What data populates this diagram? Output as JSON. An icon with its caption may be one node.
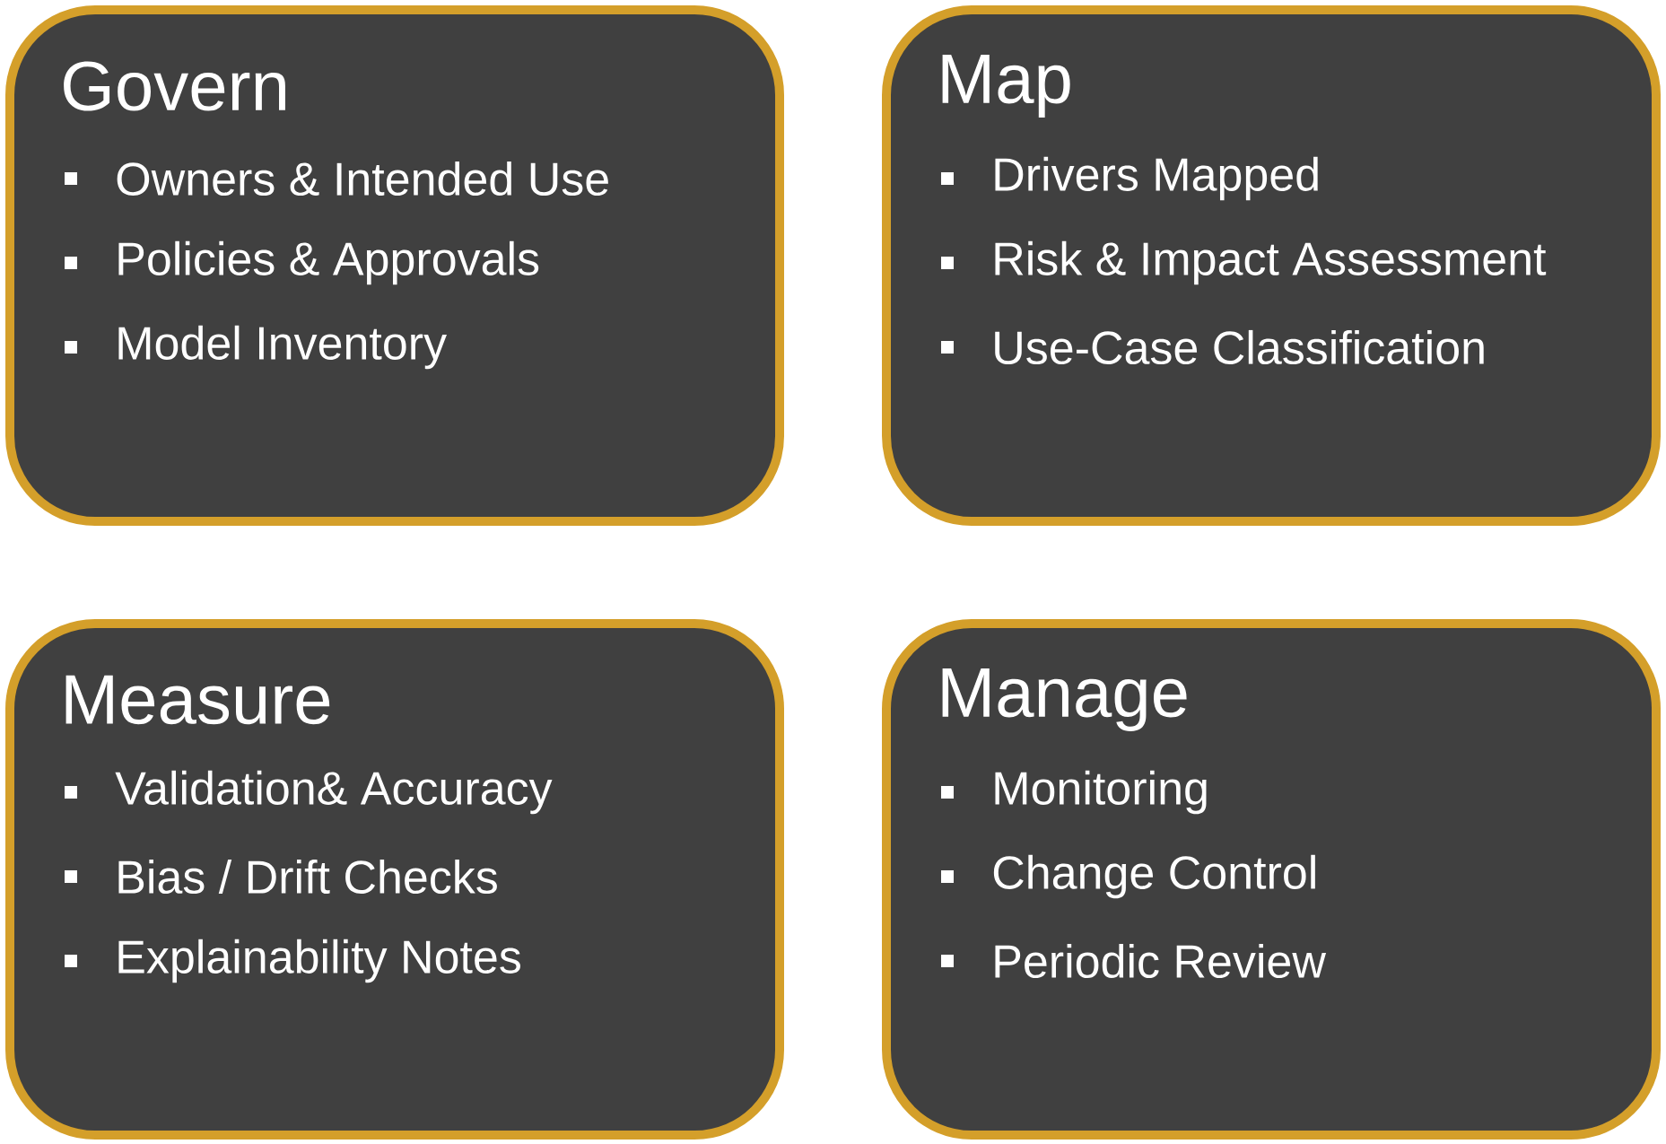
{
  "diagram": {
    "nodes": [
      {
        "text": [
          "Govern",
          "Owners & Intended Use",
          "Policies & Approvals",
          "Model Inventory"
        ]
      },
      {
        "text": [
          "Map",
          "Drivers Mapped",
          "Risk & Impact Assessment",
          "Use-Case Classification"
        ]
      },
      {
        "text": [
          "Measure",
          "Validation& Accuracy",
          "Bias / Drift Checks",
          "Explainability Notes"
        ]
      },
      {
        "text": [
          "Manage",
          "Monitoring",
          "Change Control",
          "Periodic Review"
        ]
      }
    ]
  }
}
